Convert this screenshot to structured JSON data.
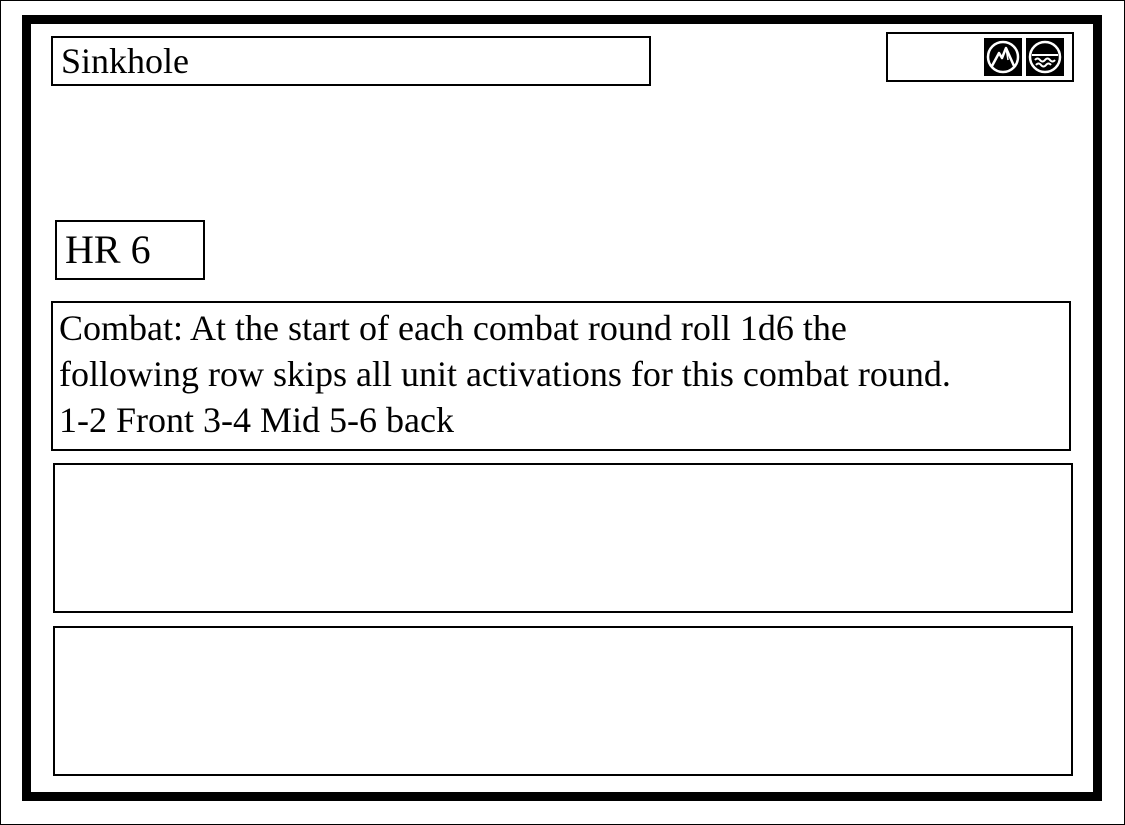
{
  "card": {
    "title": "Sinkhole",
    "hazard_rating": "HR 6",
    "rules_text": "Combat: At the start of each combat round roll 1d6 the following row skips all unit activations for this combat round. 1-2 Front 3-4 Mid 5-6 back",
    "icons": [
      "mountain-icon",
      "water-icon"
    ]
  },
  "colors": {
    "ink": "#000000",
    "paper": "#ffffff"
  }
}
